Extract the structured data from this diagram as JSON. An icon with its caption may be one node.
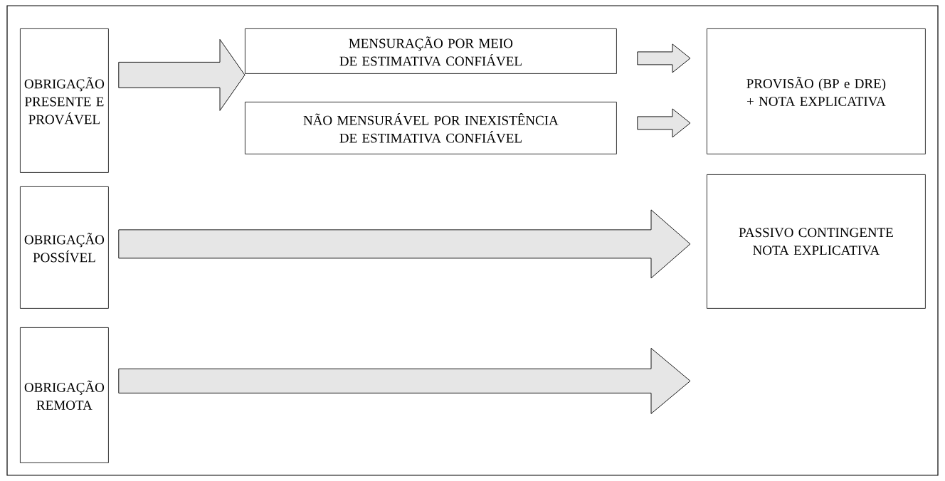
{
  "diagram": {
    "nodes": [
      {
        "text": [
          "OBRIGAÇÃO PRESENTE E PROVÁVEL"
        ]
      },
      {
        "text": [
          "MENSURAÇÃO POR MEIO DE ESTIMATIVA CONFIÁVEL"
        ]
      },
      {
        "text": [
          "NÃO MENSURÁVEL POR INEXISTÊNCIA DE ESTIMATIVA CONFIÁVEL"
        ]
      },
      {
        "text": [
          "PROVISÃO (BP e DRE) + NOTA EXPLICATIVA"
        ]
      },
      {
        "text": [
          "OBRIGAÇÃO POSSÍVEL"
        ]
      },
      {
        "text": [
          "PASSIVO CONTINGENTE NOTA EXPLICATIVA"
        ]
      },
      {
        "text": [
          "OBRIGAÇÃO REMOTA"
        ]
      }
    ],
    "edges": [
      {
        "from": 0,
        "to": 1,
        "arrow": "to"
      },
      {
        "from": 0,
        "to": 2,
        "arrow": "to"
      },
      {
        "from": 1,
        "to": 3,
        "arrow": "to"
      },
      {
        "from": 2,
        "to": 3,
        "arrow": "to"
      },
      {
        "from": 4,
        "to": 5,
        "arrow": "to"
      },
      {
        "from": 6,
        "to": null,
        "arrow": "to"
      }
    ]
  }
}
